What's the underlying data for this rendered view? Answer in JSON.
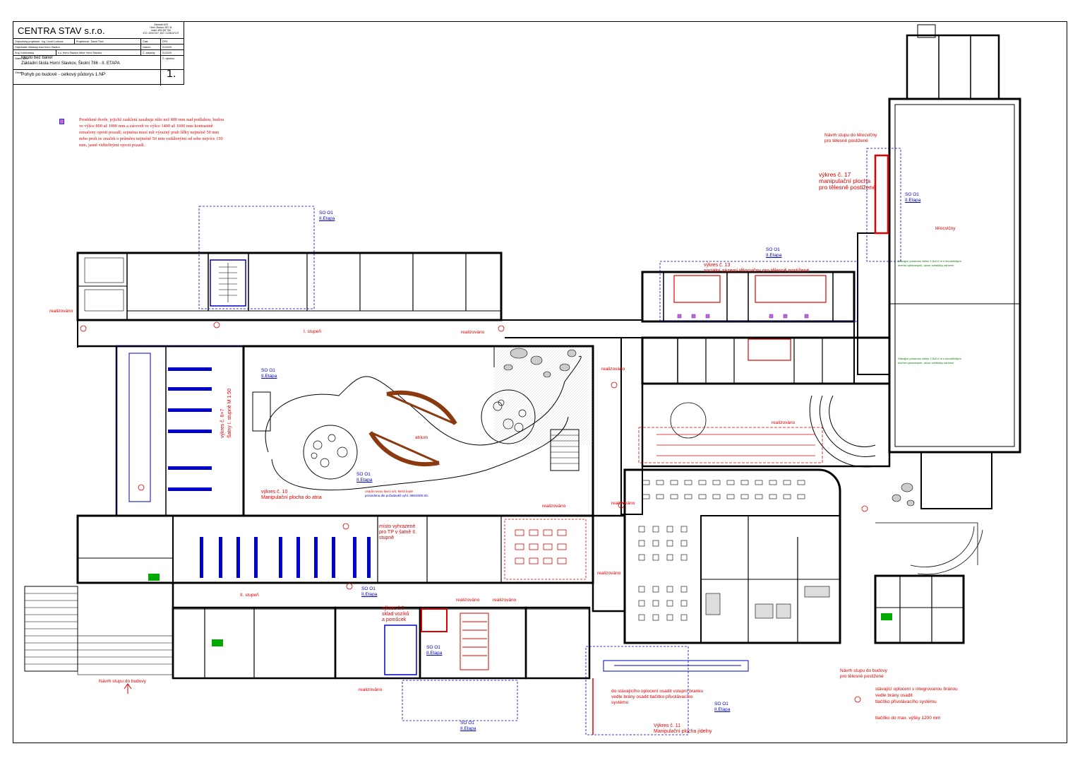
{
  "title_block": {
    "company": "CENTRA STAV s.r.o.",
    "address_lines": [
      "Zahradní 629",
      "Horní Slavkov 357 31",
      "mobil: 605 452 784",
      "IČO: 25247107, DIČ: CZ25247107"
    ],
    "rows": [
      {
        "label": "Odpovědný projektant : Ing. Lionel Lorkova",
        "mid": "Projektoval : David Tkoč",
        "k": "Část",
        "v": "DPS"
      },
      {
        "label": "Objednatel: Městský úřad Horní Slavkov",
        "mid": "",
        "k": "Datum:",
        "v": "01/2020"
      },
      {
        "label": "Kraj: Karlovarský",
        "mid": "k.ú. Horní Slavkov   Měst: Horní Slavkov",
        "k": "Č. zakázky",
        "v": "01/2020"
      }
    ],
    "field_stavba": "Název akce:",
    "field_obsah": "Obsah:",
    "field_vykres": "Č. výkresu",
    "project_name_1": "Město bez bariér",
    "project_name_2": "Základní škola Horní Slavkov, Školní 786 - II. ETAPA",
    "drawing_title": "Pohyb po budově - celkový půdorys 1.NP",
    "drawing_number": "1."
  },
  "general_note": "Prosklené dveře, jejichž zasklení zasahuje níže než 800 mm nad podlahou, budou ve výšce 800 až 1000 mm a zároveň ve výšce 1400 až 1600 mm kontrastně označeny oproti pozadí; zejména musí mít výrazný pruh šířky nejméně 50 mm nebo pruh ze značek o průměru nejméně 50 mm vzdálenými od sebe nejvíce 150 mm, jasně viditelnými oproti pozadí.",
  "labels": {
    "so01": "SO O1",
    "etapa": "II.Etapa",
    "realizovano": "realizováno",
    "atrium": "atrium",
    "stupen1": "I. stupeň",
    "stupen2": "II. stupeň",
    "telocvicny": "tělocvičny",
    "vykres17_a": "výkres č. 17",
    "vykres17_b": "manipulační plocha",
    "vykres17_c": "pro tělesně postižené",
    "navrh_telocvicna_a": "Návrh stupu do tělocvičny",
    "navrh_telocvicna_b": "pro tělesně postižené",
    "vykres13_a": "výkres č. 13",
    "vykres13_b": "sociální zázemí tělocvičny pro tělesně postižené",
    "vykres10_a": "výkres č. 10",
    "vykres10_b": "Manipulační plocha do atria",
    "vykres67_a": "výkres č. 6+7",
    "vykres67_b": "Šatny I. stupně M 1:50",
    "misto_a": "místo vyhrazené",
    "misto_b": "pro TP v šatně II.",
    "misto_c": "stupně",
    "vykres5_a": "výkres č.5",
    "vykres5_b": "sklad vozíků",
    "vykres5_c": "a pomůcek",
    "vykres11_a": "Výkres č. 11",
    "vykres11_b": "Manipulační plocha jídelny",
    "vstup_a": "do stávajícího oplocení osadit vstupní branku",
    "vstup_b": "vedle brány osadit tlačítko přivolávacího",
    "vstup_c": "systému",
    "navrh_budova_a": "Návrh stupu do budovy",
    "navrh_budova_b": "pro tělesně postižené",
    "navrh_hlavni": "Návrh stupu do budovy",
    "oploceni_a": "stávající oplocení s integrovanou bránou",
    "oploceni_b": "vedle brány osadit",
    "oploceni_c": "tlačítko přivolávacího systému",
    "tlacitko": "tlačítko do max. výšky 1200 mm",
    "osadit_a": "osadit novou lavici a/4, která bude",
    "osadit_b": "provedena dle požadavků vyhl. 398/2009 Sb.",
    "prostor_a": "Stávající prostorou stěnu 2,5x2,6 m s dvoukřídlými",
    "prostor_b": "dveřmi vybavenými, obvor zvětšit/ky zařízení",
    "prostor2_a": "Stávající prostorou stěnu 2,5x2,6 m s dvoukřídlými",
    "prostor2_b": "dveřmi vybavenými, obvor zvětšit/ky zařízení"
  },
  "colors": {
    "wall": "#000000",
    "red": "#e00000",
    "blue": "#0000cc",
    "green": "#007700",
    "brown": "#8b3a10",
    "gray": "#999999"
  }
}
